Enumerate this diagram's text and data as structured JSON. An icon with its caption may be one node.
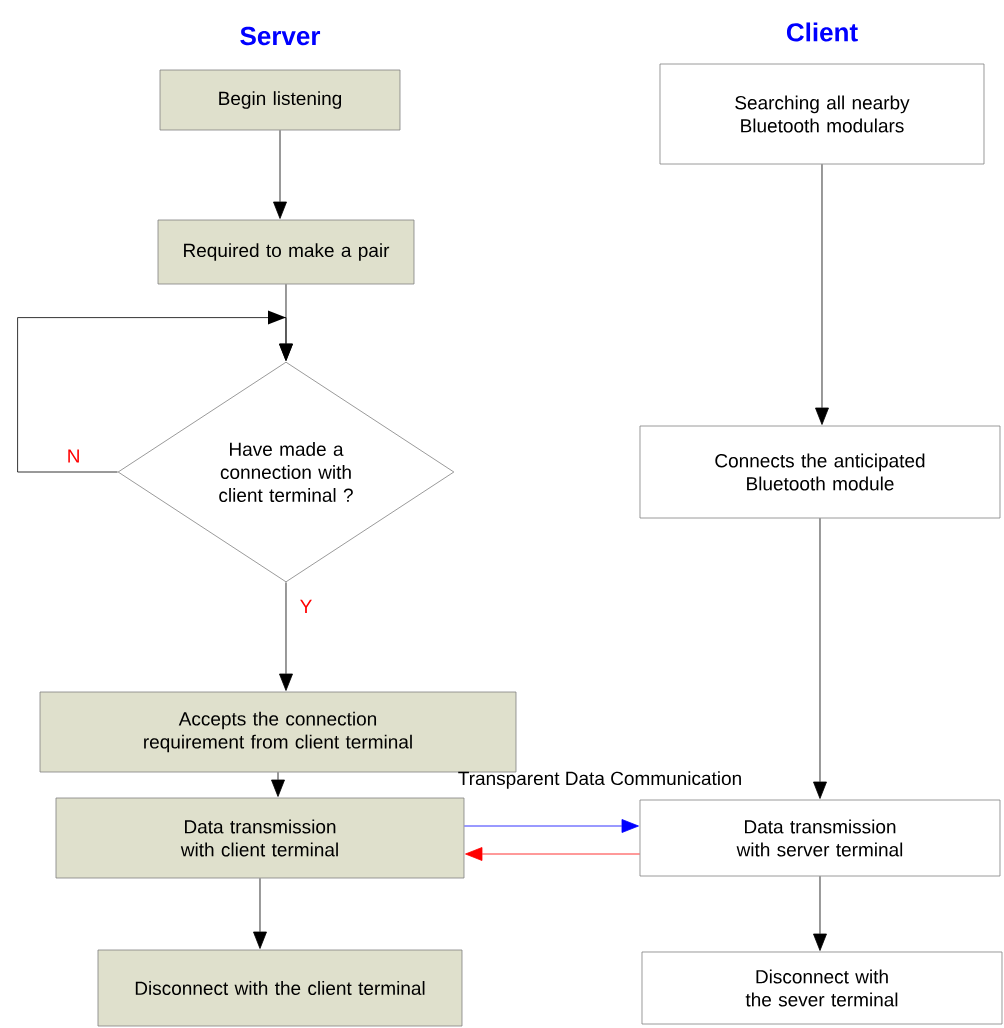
{
  "diagram": {
    "nodes": [
      {
        "text": [
          "Begin listening"
        ]
      },
      {
        "text": [
          "Required to make a pair"
        ]
      },
      {
        "text": [
          "Have made a connection with client terminal ?"
        ]
      },
      {
        "text": [
          "Accepts the connection requirement from client terminal"
        ]
      },
      {
        "text": [
          "Data transmission with client terminal"
        ]
      },
      {
        "text": [
          "Disconnect with the client terminal"
        ]
      },
      {
        "text": [
          "Searching all nearby Bluetooth modulars"
        ]
      },
      {
        "text": [
          "Connects the anticipated Bluetooth module"
        ]
      },
      {
        "text": [
          "Data transmission with server terminal"
        ]
      },
      {
        "text": [
          "Disconnect with the sever terminal"
        ]
      }
    ],
    "edges": [
      {
        "from": 0,
        "to": 1,
        "arrow": "to"
      },
      {
        "from": 1,
        "to": 2,
        "arrow": "to"
      },
      {
        "from": 2,
        "to": 2,
        "arrow": "to",
        "label": "N"
      },
      {
        "from": 2,
        "to": 3,
        "arrow": "to",
        "label": "Y"
      },
      {
        "from": 3,
        "to": 4,
        "arrow": "to"
      },
      {
        "from": 4,
        "to": 8,
        "arrow": "to",
        "color": "#0000ff"
      },
      {
        "from": 8,
        "to": 4,
        "arrow": "to",
        "color": "#ff0000"
      },
      {
        "from": 4,
        "to": 5,
        "arrow": "to"
      },
      {
        "from": 6,
        "to": 7,
        "arrow": "to"
      },
      {
        "from": 7,
        "to": 8,
        "arrow": "to"
      },
      {
        "from": 8,
        "to": 9,
        "arrow": "to"
      }
    ],
    "labels": [
      "Server",
      "Client",
      "Transparent Data Communication"
    ]
  }
}
